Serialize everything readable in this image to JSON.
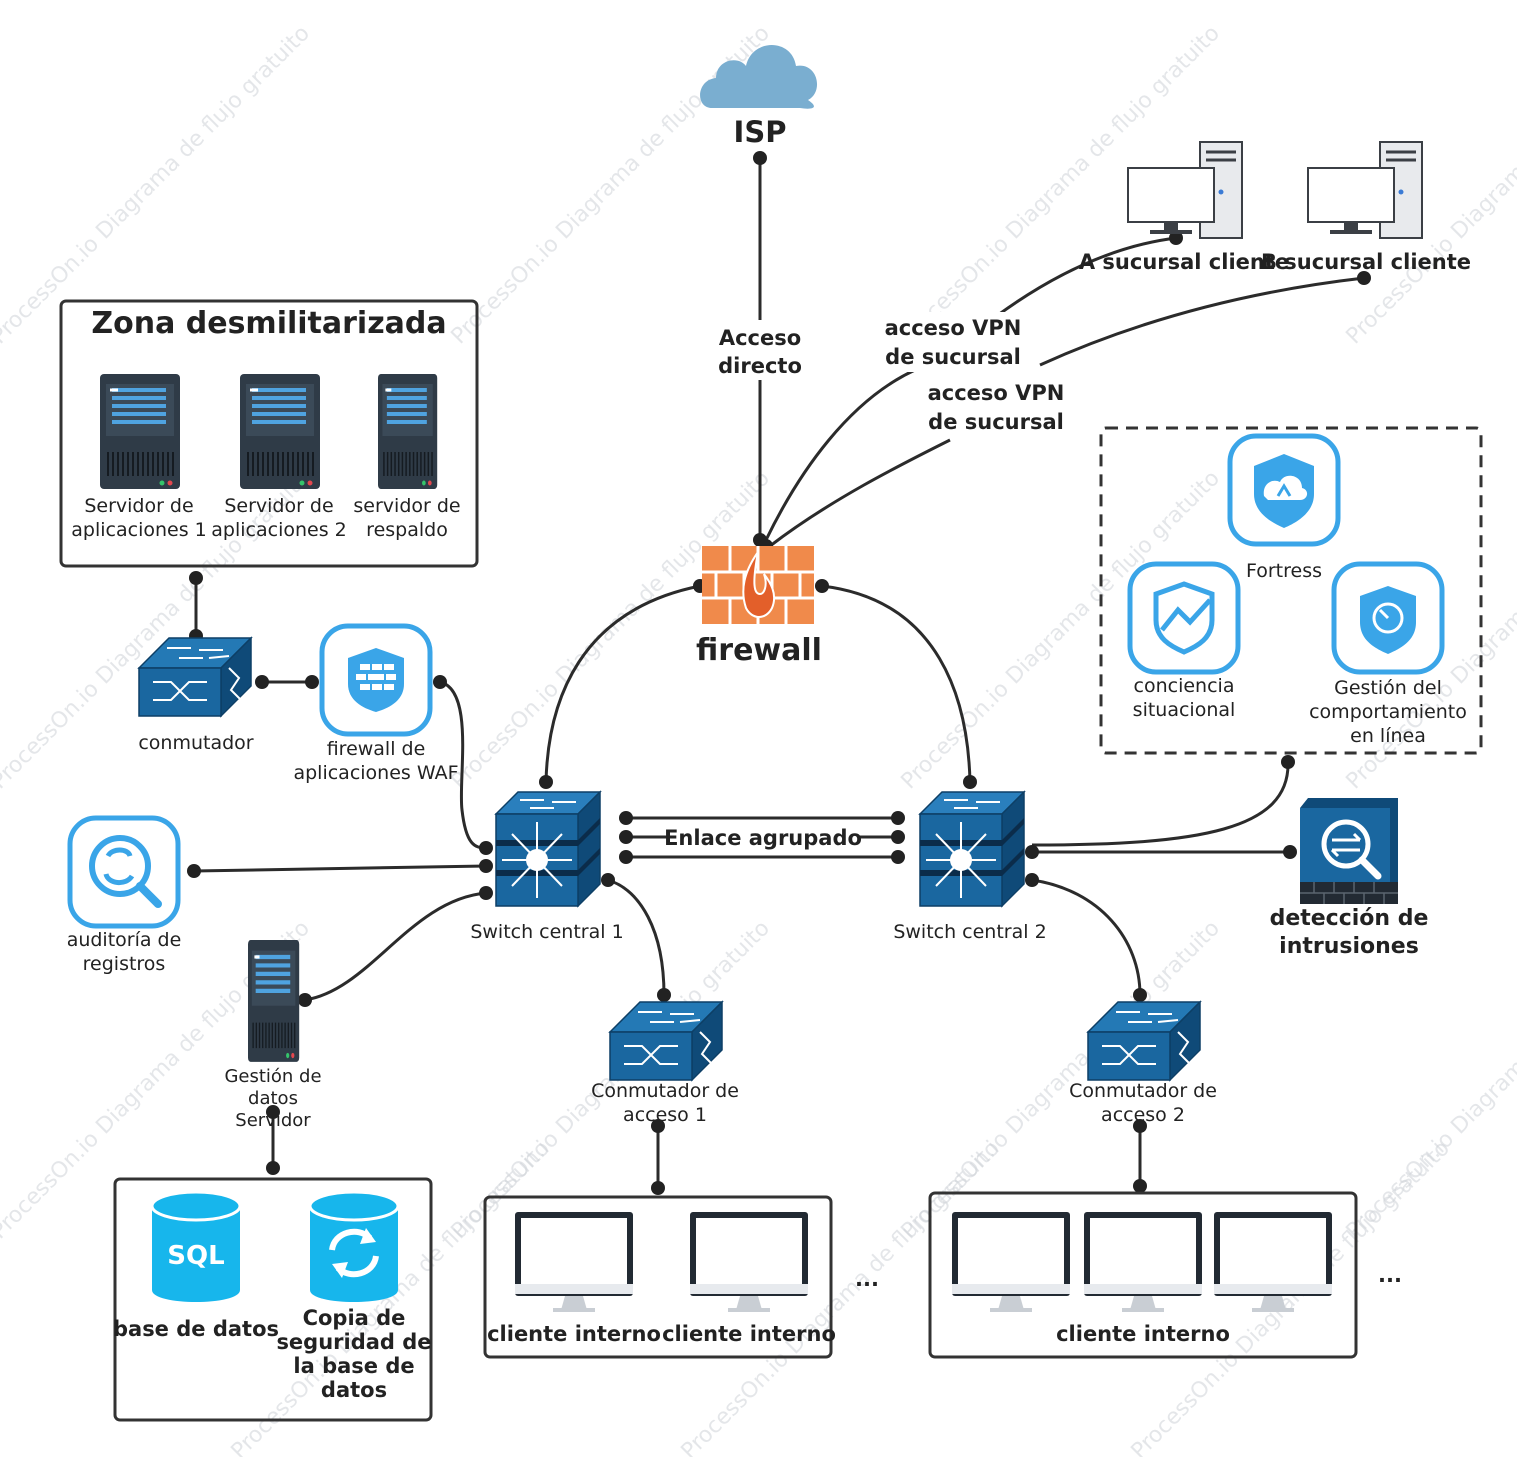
{
  "title_isp": "ISP",
  "label_direct": [
    "Acceso",
    "directo"
  ],
  "label_vpn1": [
    "acceso VPN",
    "de sucursal"
  ],
  "label_vpn2": [
    "acceso VPN",
    "de sucursal"
  ],
  "branch_a": "A sucursal cliente",
  "branch_b": "B sucursal cliente",
  "firewall": "firewall",
  "dmz": {
    "title": "Zona desmilitarizada",
    "servers": [
      {
        "lines": [
          "Servidor de",
          "aplicaciones 1"
        ]
      },
      {
        "lines": [
          "Servidor de",
          "aplicaciones 2"
        ]
      },
      {
        "lines": [
          "servidor de",
          "respaldo"
        ]
      }
    ]
  },
  "conmutador": "conmutador",
  "waf": [
    "firewall de",
    "aplicaciones WAF"
  ],
  "security": {
    "fortress": "Fortress",
    "situational": [
      "conciencia",
      "situacional"
    ],
    "behavior": [
      "Gestión del",
      "comportamiento",
      "en línea"
    ]
  },
  "core1": "Switch central 1",
  "core2": "Switch central 2",
  "link_agg": "Enlace agrupado",
  "audit": [
    "auditoría de",
    "registros"
  ],
  "datamgmt": [
    "Gestión de",
    "datos",
    "Servidor"
  ],
  "ids": [
    "detección de",
    "intrusiones"
  ],
  "access1": [
    "Conmutador de",
    "acceso 1"
  ],
  "access2": [
    "Conmutador de",
    "acceso 2"
  ],
  "db": {
    "database": "base de datos",
    "sql": "SQL",
    "backup": [
      "Copia de",
      "seguridad de",
      "la base de",
      "datos"
    ]
  },
  "internal_client": "cliente interno",
  "ellipsis": "...",
  "watermark": "ProcessOn.io Diagrama de flujo gratuito",
  "colors": {
    "switch_blue": "#1a67a0",
    "switch_dark": "#0f4a78",
    "cloud": "#7aaed0",
    "firewall_orange": "#f08a4b",
    "icon_blue": "#3aa5e8",
    "db_cyan": "#17b6ec"
  }
}
